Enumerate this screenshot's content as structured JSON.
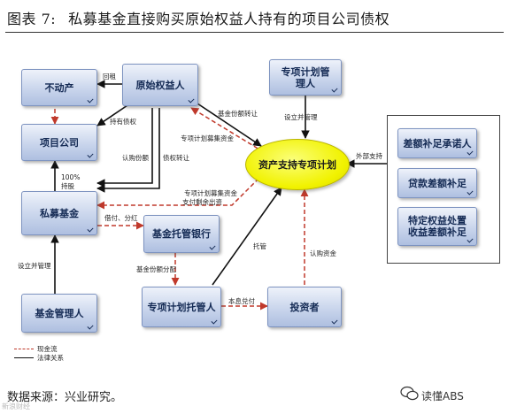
{
  "title": {
    "label": "图表 7:",
    "text": "私募基金直接购买原始权益人持有的项目公司债权"
  },
  "nodes": {
    "real_estate": "不动产",
    "original_owner": "原始权益人",
    "project_company": "项目公司",
    "private_fund": "私募基金",
    "fund_custodian": "基金托管银行",
    "fund_manager": "基金管理人",
    "sp_custodian": "专项计划托管人",
    "investors": "投资者",
    "sp_manager": "专项计划管理人",
    "abs_plan": "资产支持专项计划",
    "deficit_guarantor": "差额补足承诺人",
    "loan_deficit": "贷款差额补足",
    "disposal_deficit": "特定权益处置收益差额补足"
  },
  "edge_labels": {
    "lease_back": "回租",
    "hold_debt": "持有债权",
    "subscribe_share": "认购份额",
    "debt_transfer": "债权转让",
    "fund_share_transfer": "基金份额转让",
    "sp_raised_funds": "专项计划募集资金",
    "setup_manage_sp": "设立并管理",
    "external_support": "外部支持",
    "hold_100": "100%",
    "hold_label": "持股",
    "sp_raised_remaining": "专项计划募集资金",
    "sp_raised_remaining_2": "支付剩余出资",
    "credit_dividend": "借付、分红",
    "fund_share_dist": "基金份额分配",
    "custody": "托管",
    "subscribe_funds": "认购资金",
    "principal_interest": "本息兑付",
    "setup_manage_fund": "设立并管理"
  },
  "legend": {
    "cash_flow": "现金流",
    "legal_relation": "法律关系"
  },
  "colors": {
    "cash_flow": "#c0392b",
    "legal_relation": "#111111",
    "node_text": "#142a54",
    "ellipse_fill": "#f1f200"
  },
  "source": "数据来源：兴业研究。",
  "watermark": "读懂ABS",
  "corner_mark": "新浪财经"
}
